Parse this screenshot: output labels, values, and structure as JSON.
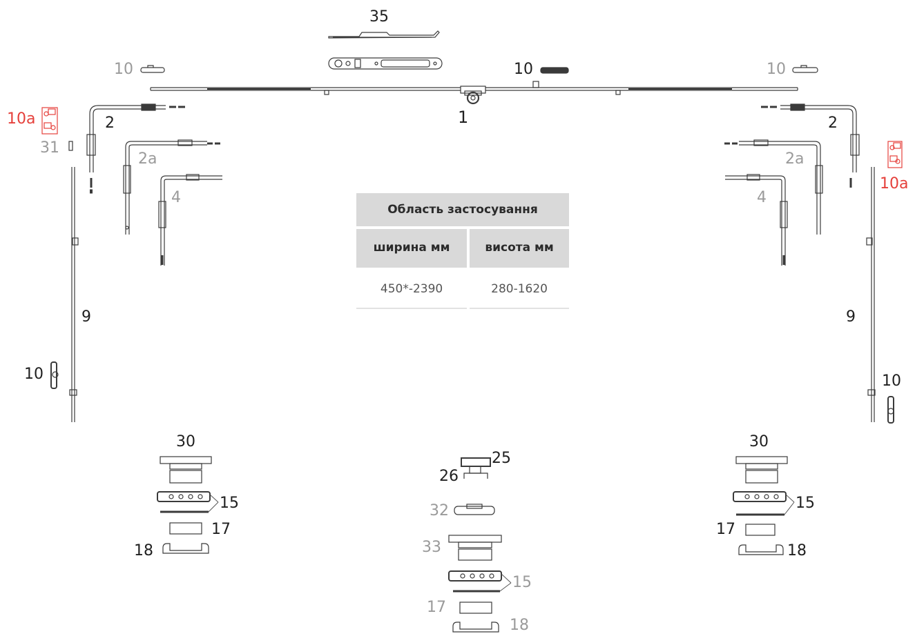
{
  "labels": {
    "p35": "35",
    "p10_top_left": "10",
    "p10_top_center": "10",
    "p10_top_right": "10",
    "p1": "1",
    "p10a_left": "10a",
    "p10a_right": "10a",
    "p2_left": "2",
    "p2_right": "2",
    "p31": "31",
    "p2a_left": "2a",
    "p2a_right": "2a",
    "p4_left": "4",
    "p4_right": "4",
    "p9_left": "9",
    "p9_right": "9",
    "p10_side_left": "10",
    "p10_side_right": "10",
    "p30_left": "30",
    "p30_right": "30",
    "p15_left": "15",
    "p15_right": "15",
    "p15_center": "15",
    "p17_left": "17",
    "p17_right": "17",
    "p17_center": "17",
    "p18_left": "18",
    "p18_right": "18",
    "p18_center": "18",
    "p25": "25",
    "p26": "26",
    "p32": "32",
    "p33": "33"
  },
  "table": {
    "title": "Область застосування",
    "col_width": "ширина мм",
    "col_height": "висота мм",
    "val_width": "450*-2390",
    "val_height": "280-1620"
  },
  "colors": {
    "label_dark": "#1f1f1f",
    "label_grey": "#9a9a9a",
    "label_red": "#e5403b",
    "table_header_bg": "#d9d9d9"
  }
}
